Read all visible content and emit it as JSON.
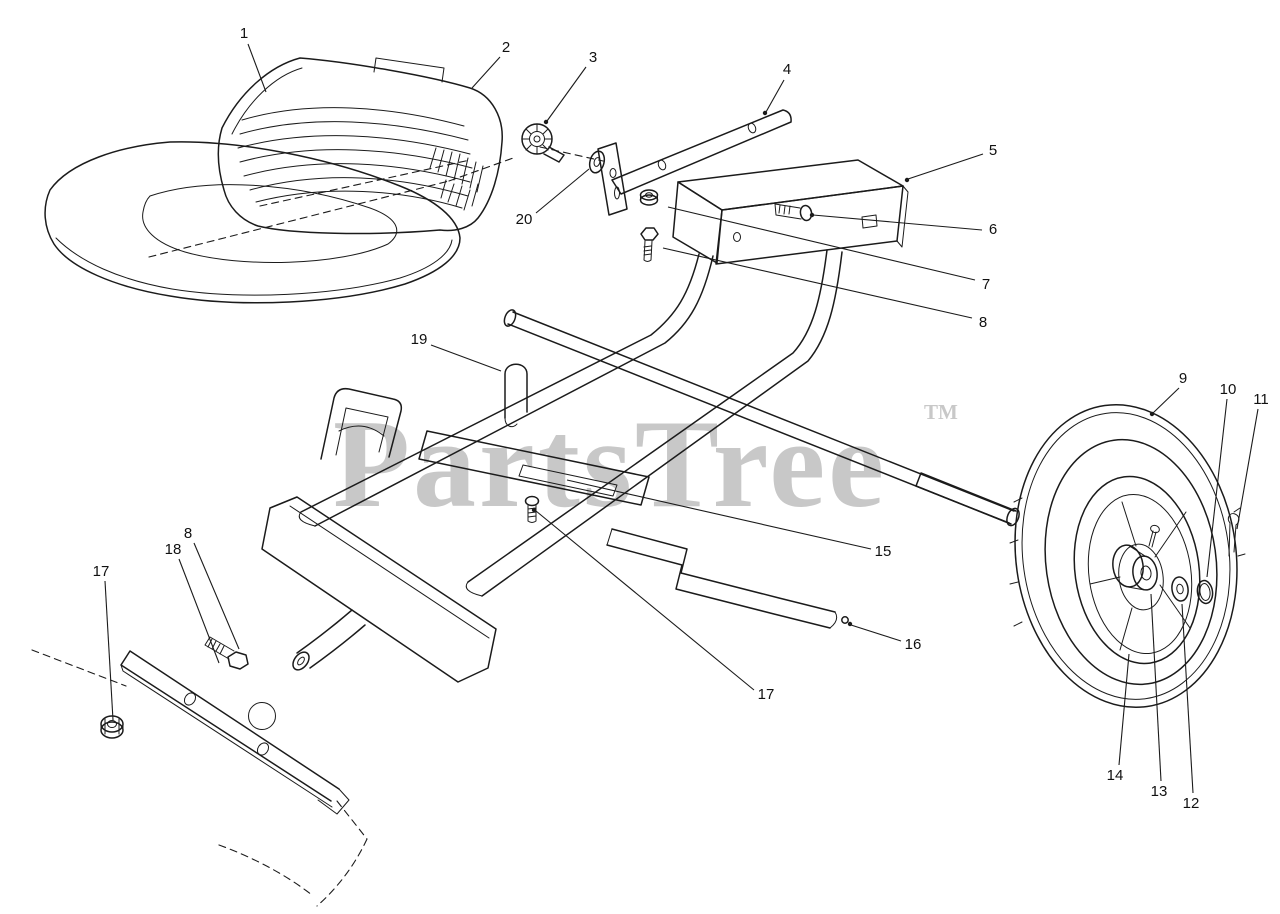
{
  "watermark": {
    "text": "PartsTree",
    "tm_mark": "TM",
    "color": "#c8c8c8"
  },
  "callouts": [
    {
      "label": "1"
    },
    {
      "label": "2"
    },
    {
      "label": "3"
    },
    {
      "label": "4"
    },
    {
      "label": "5"
    },
    {
      "label": "6"
    },
    {
      "label": "7"
    },
    {
      "label": "8"
    },
    {
      "label": "20"
    },
    {
      "label": "19"
    },
    {
      "label": "9"
    },
    {
      "label": "10"
    },
    {
      "label": "11"
    },
    {
      "label": "15"
    },
    {
      "label": "16"
    },
    {
      "label": "17"
    },
    {
      "label": "17"
    },
    {
      "label": "18"
    },
    {
      "label": "8"
    },
    {
      "label": "14"
    },
    {
      "label": "13"
    },
    {
      "label": "12"
    }
  ]
}
